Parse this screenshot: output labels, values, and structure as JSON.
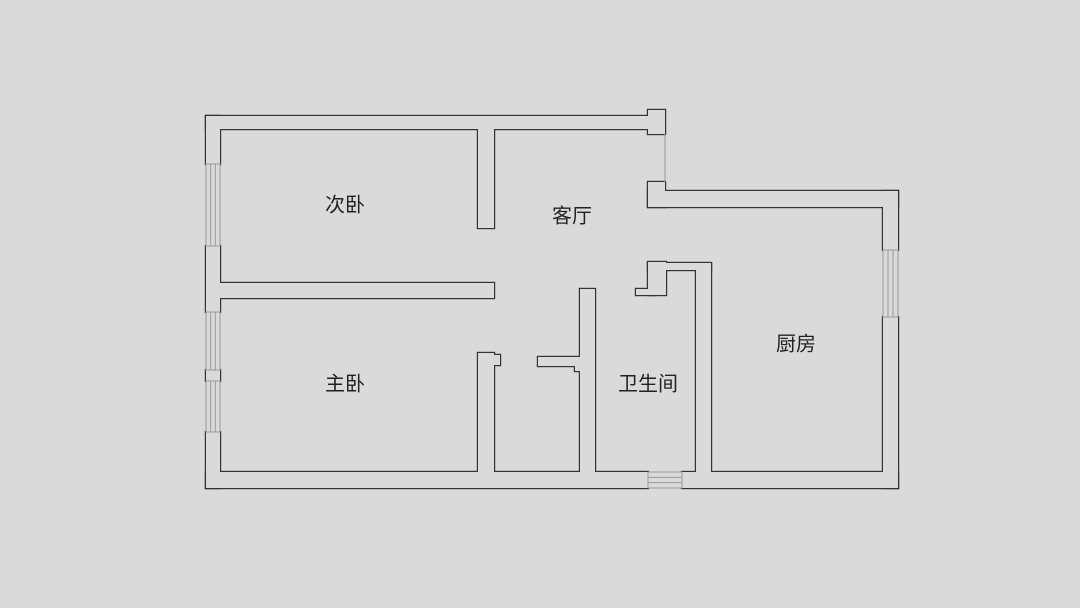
{
  "rooms": {
    "second_bedroom": "次卧",
    "living_room": "客厅",
    "master_bedroom": "主卧",
    "bathroom": "卫生间",
    "kitchen": "厨房"
  },
  "colors": {
    "background": "#dadada",
    "wall_stroke": "#333333",
    "window_stroke": "#9a9a9a"
  }
}
